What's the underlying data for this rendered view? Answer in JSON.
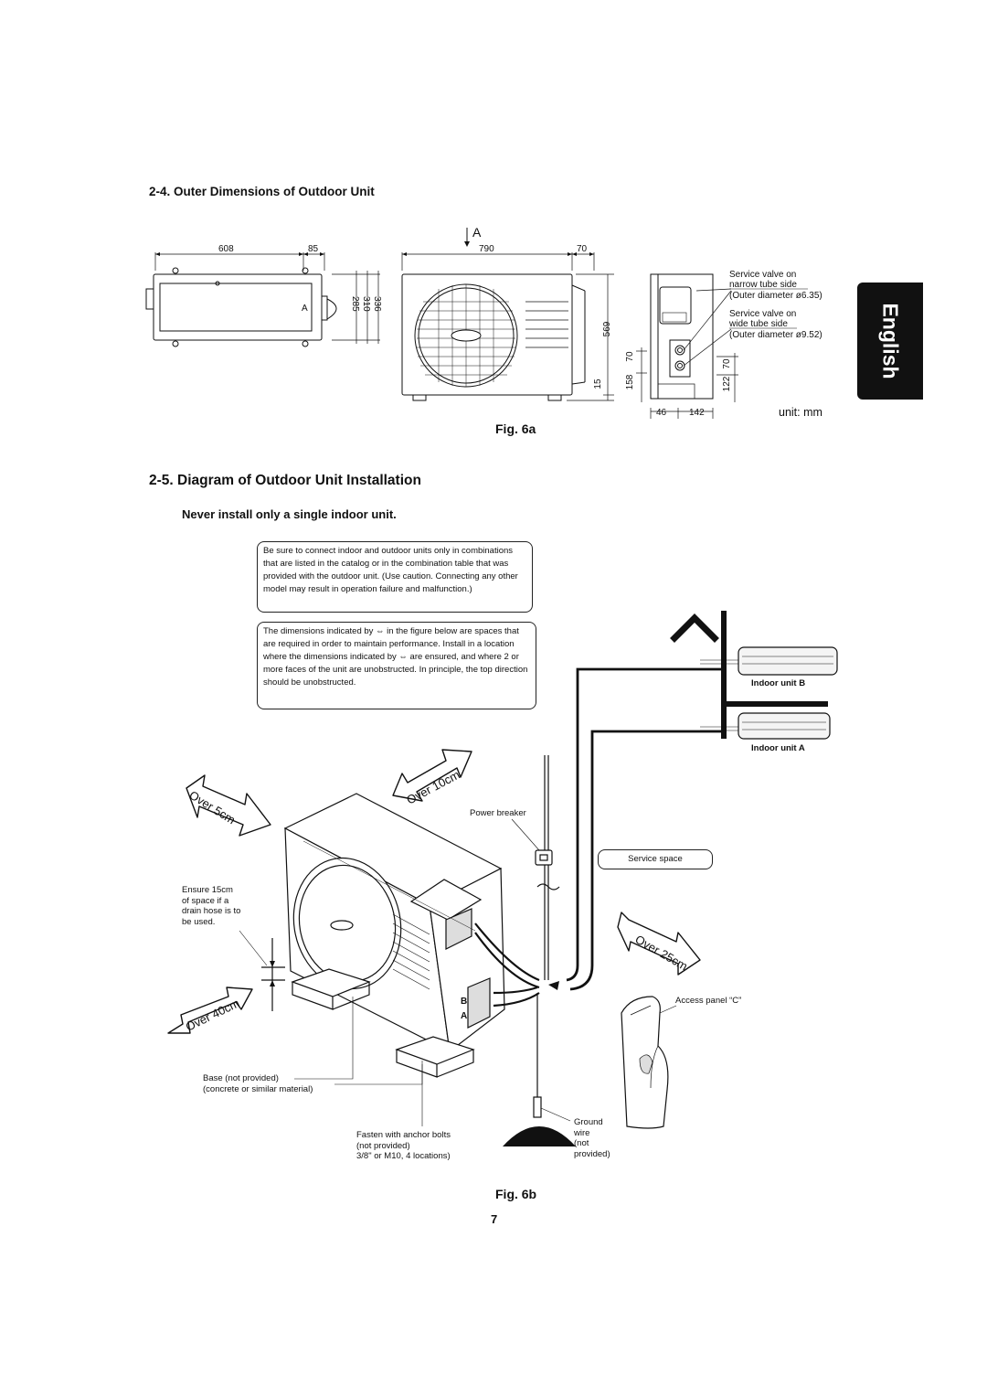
{
  "section_4": {
    "title": "2-4.  Outer Dimensions of Outdoor Unit"
  },
  "fig_a": {
    "top_view": {
      "dim_608": "608",
      "dim_85": "85",
      "label_a": "A",
      "dim_285": "285",
      "dim_310": "310",
      "dim_336": "336"
    },
    "front_view": {
      "arrow_label": "A",
      "dim_790": "790",
      "dim_70": "70",
      "dim_569": "569",
      "dim_15": "15"
    },
    "side_view": {
      "dim_158": "158",
      "dim_70a": "70",
      "dim_122": "122",
      "dim_70b": "70",
      "dim_46": "46",
      "dim_142": "142",
      "valve_narrow_1": "Service valve on",
      "valve_narrow_2": "narrow tube side",
      "valve_narrow_3": "(Outer diameter ø6.35)",
      "valve_wide_1": "Service valve on",
      "valve_wide_2": "wide tube side",
      "valve_wide_3": "(Outer diameter ø9.52)"
    },
    "unit_label": "unit: mm",
    "caption": "Fig. 6a"
  },
  "language_tab": "English",
  "section_5": {
    "title": "2-5.  Diagram of Outdoor Unit Installation",
    "warning": "Never install only a single indoor unit."
  },
  "notes": {
    "combination": "Be sure to connect indoor and outdoor units only in combinations that are listed in the catalog or in the combination table that was provided with the outdoor unit. (Use caution. Connecting any other model may result in operation failure and malfunction.)",
    "dimensions": "The dimensions indicated by ⇔ in the figure below are spaces that are required in order to maintain performance. Install in a location where the dimensions indicated by ⇔ are ensured, and where 2 or more faces of the unit are unobstructed. In principle, the top direction should be unobstructed."
  },
  "fig_b": {
    "indoor_unit_b": "Indoor unit B",
    "indoor_unit_a": "Indoor unit A",
    "over_5cm": "Over 5cm",
    "over_10cm": "Over 10cm",
    "over_25cm": "Over 25cm",
    "over_40cm": "Over 40cm",
    "power_breaker": "Power breaker",
    "service_space": "Service space",
    "ensure_1": "Ensure 15cm",
    "ensure_2": "of space if a",
    "ensure_3": "drain hose is to",
    "ensure_4": "be used.",
    "access_panel": "Access panel “C”",
    "port_b": "B",
    "port_a": "A",
    "base_1": "Base (not provided)",
    "base_2": "(concrete or similar material)",
    "anchor_1": "Fasten with anchor bolts",
    "anchor_2": "(not provided)",
    "anchor_3": "3/8\" or M10, 4 locations)",
    "ground_1": "Ground",
    "ground_2": "wire",
    "ground_3": "(not",
    "ground_4": "provided)",
    "caption": "Fig. 6b"
  },
  "page_number": "7"
}
